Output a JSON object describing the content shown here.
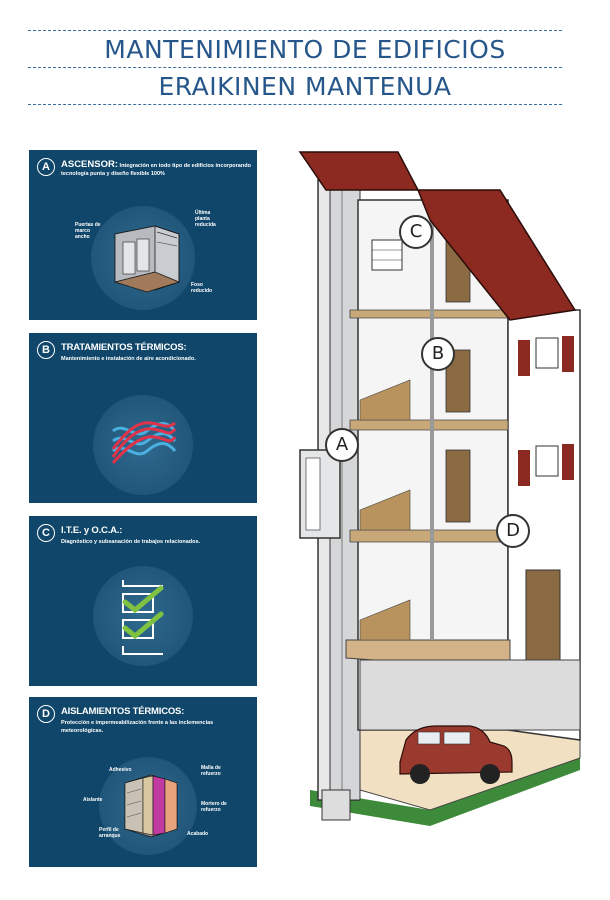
{
  "header": {
    "title_line1": "MANTENIMIENTO DE EDIFICIOS",
    "title_line2": "ERAIKINEN MANTENUA"
  },
  "panels": [
    {
      "letter": "A",
      "title": "ASCENSOR:",
      "description": "Integración en todo tipo de edificios incorporando tecnología punta y diseño flexible 100%",
      "labels": [
        "Puertas de marco ancho",
        "Última planta reducida",
        "Foso reducido"
      ]
    },
    {
      "letter": "B",
      "title": "TRATAMIENTOS TÉRMICOS:",
      "description": "Mantenimiento e instalación de aire acondicionado."
    },
    {
      "letter": "C",
      "title": "I.T.E. y O.C.A.:",
      "description": "Diagnóstico y subsanación de trabajos relacionados."
    },
    {
      "letter": "D",
      "title": "AISLAMIENTOS TÉRMICOS:",
      "description": "Protección e impermeabilización frente a las inclemencias meteorológicas.",
      "labels": [
        "Aislante",
        "Acabado",
        "Perfil de arranque",
        "Malla de refuerzo",
        "Mortero de refuerzo",
        "Adhesivo"
      ]
    }
  ],
  "building": {
    "markers": [
      "A",
      "B",
      "C",
      "D"
    ]
  },
  "colors": {
    "title": "#27578a",
    "panel": "#0f4669",
    "roof": "#8c2a22",
    "check": "#7fc241",
    "car": "#9a3a2e",
    "lawn": "#3d8a3a"
  }
}
